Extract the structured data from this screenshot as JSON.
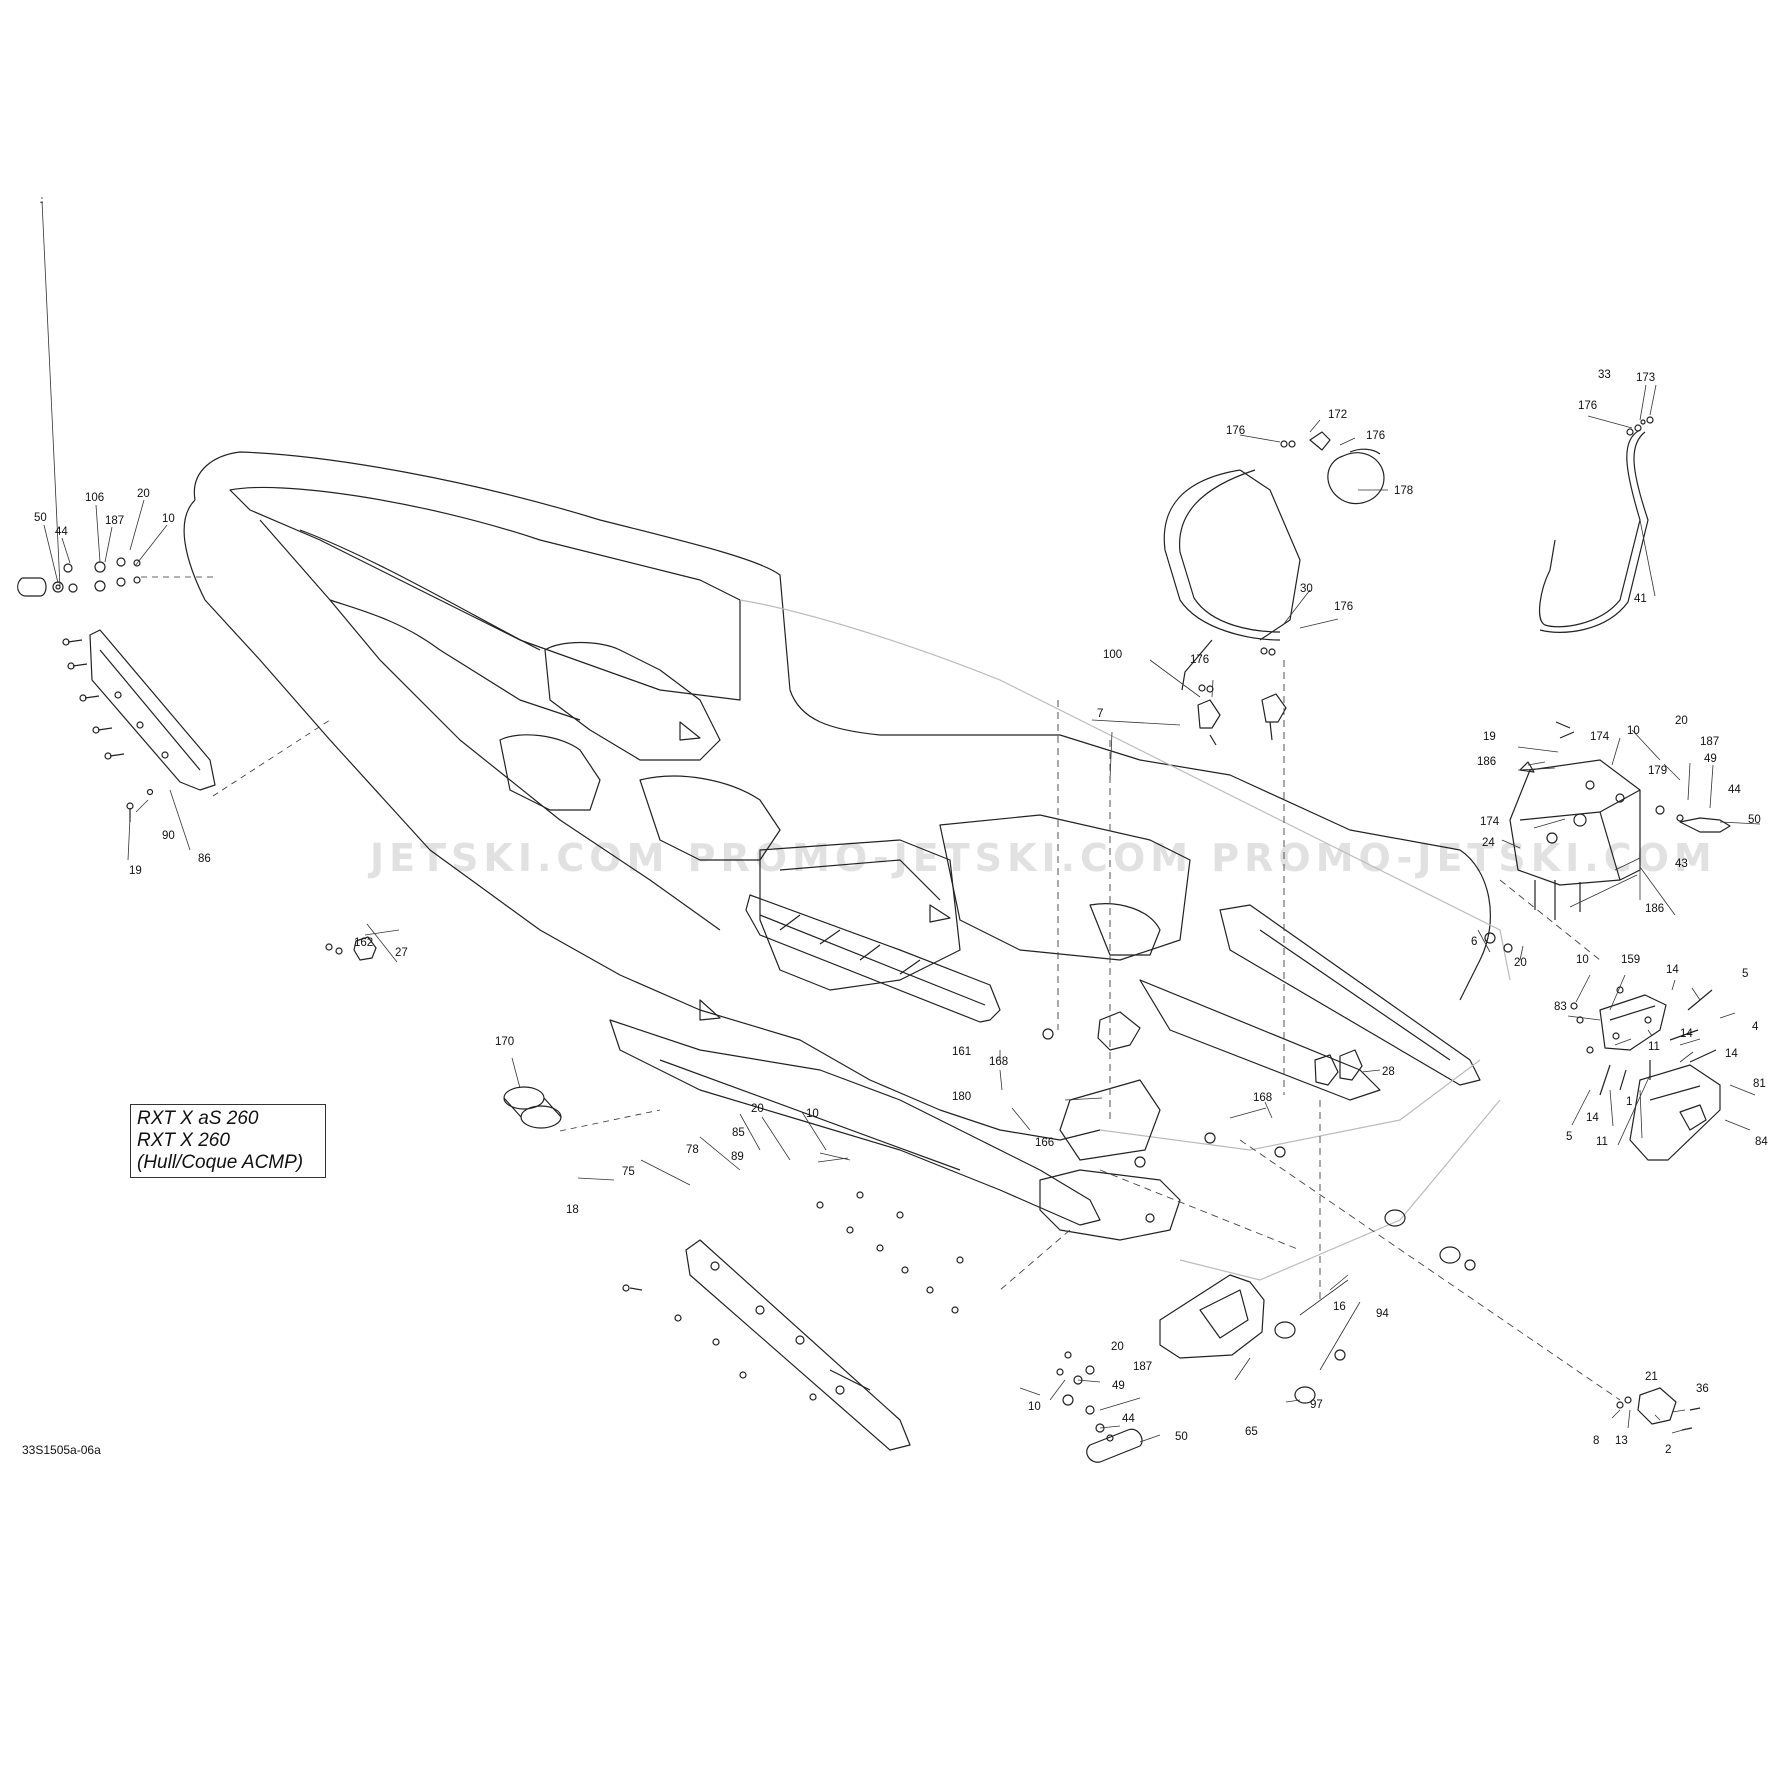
{
  "diagram": {
    "doc_code": "33S1505a-06a",
    "watermark": "JETSKI.COM  PROMO-JETSKI.COM  PROMO-JETSKI.COM",
    "model_box": {
      "line1": "RXT X aS 260",
      "line2": "RXT X 260",
      "line3": "(Hull/Coque ACMP)"
    },
    "callouts": {
      "c50a": "50",
      "c44a": "44",
      "c106": "106",
      "c187a": "187",
      "c20a": "20",
      "c10a": "10",
      "c19a": "19",
      "c90": "90",
      "c86": "86",
      "c162": "162",
      "c27": "27",
      "c170": "170",
      "c176a": "176",
      "c172": "172",
      "c176b": "176",
      "c178": "178",
      "c30": "30",
      "c176c": "176",
      "c100": "100",
      "c176d": "176",
      "c7": "7",
      "c33": "33",
      "c173": "173",
      "c176e": "176",
      "c41": "41",
      "c19b": "19",
      "c174a": "174",
      "c10b": "10",
      "c20b": "20",
      "c186a": "186",
      "c179": "179",
      "c187b": "187",
      "c49a": "49",
      "c44b": "44",
      "c50b": "50",
      "c174b": "174",
      "c24": "24",
      "c43": "43",
      "c186b": "186",
      "c6": "6",
      "c20c": "20",
      "c10c": "10",
      "c159": "159",
      "c14a": "14",
      "c5a": "5",
      "c83": "83",
      "c11a": "11",
      "c14b": "14",
      "c4": "4",
      "c14c": "14",
      "c81": "81",
      "c84": "84",
      "c5b": "5",
      "c14d": "14",
      "c1": "1",
      "c11b": "11",
      "c161": "161",
      "c168a": "168",
      "c180": "180",
      "c166": "166",
      "c168b": "168",
      "c28": "28",
      "c20d": "20",
      "c10d": "10",
      "c85": "85",
      "c78": "78",
      "c89": "89",
      "c75": "75",
      "c18": "18",
      "c16": "16",
      "c94": "94",
      "c97": "97",
      "c65": "65",
      "c20e": "20",
      "c187c": "187",
      "c49b": "49",
      "c44c": "44",
      "c10e": "10",
      "c50c": "50",
      "c21": "21",
      "c36": "36",
      "c8": "8",
      "c13": "13",
      "c2": "2"
    }
  }
}
